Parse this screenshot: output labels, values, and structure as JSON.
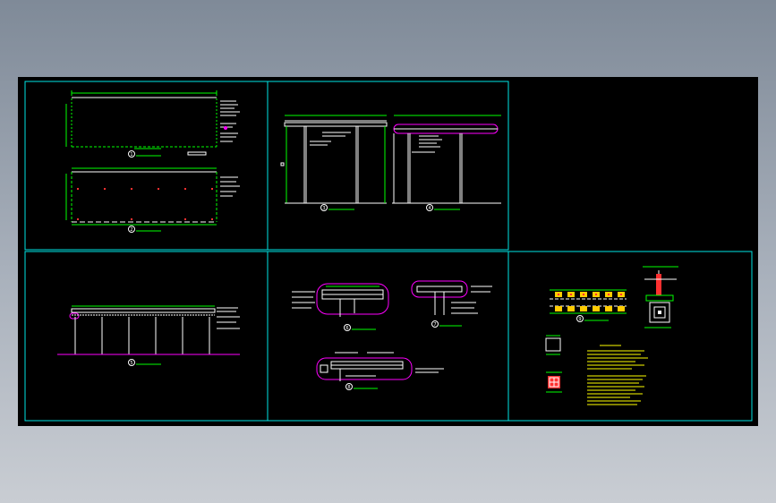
{
  "colors": {
    "background": "#000000",
    "frame": "#00e5e5",
    "dimension": "#00ff00",
    "member": "#ffffff",
    "highlight": "#ff00ff",
    "column": "#ff3030",
    "footing": "#ffcc00",
    "notes": "#ffff00"
  },
  "drawing": {
    "title": "",
    "sheets": [
      {
        "name": "sheet-top-left-plans",
        "title_marks": [
          "1",
          "2"
        ]
      },
      {
        "name": "sheet-top-middle-elevations",
        "title_marks": [
          "3",
          "4"
        ]
      },
      {
        "name": "sheet-top-right-empty",
        "title_marks": []
      },
      {
        "name": "sheet-bottom-left-long-elevation",
        "title_marks": [
          "5"
        ]
      },
      {
        "name": "sheet-bottom-middle-details",
        "title_marks": [
          "6",
          "7",
          "8"
        ]
      },
      {
        "name": "sheet-bottom-right-foundation",
        "title_marks": [
          "9"
        ]
      }
    ]
  }
}
